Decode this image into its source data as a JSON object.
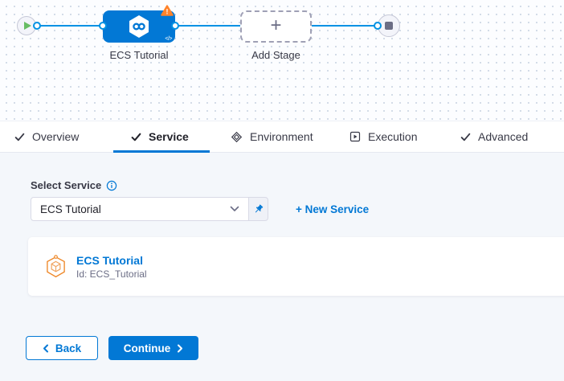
{
  "canvas": {
    "stage_name": "ECS Tutorial",
    "add_stage_label": "Add Stage",
    "code_toggle": "</>",
    "plus": "+"
  },
  "tabs": [
    {
      "label": "Overview",
      "icon": "check"
    },
    {
      "label": "Service",
      "icon": "check",
      "active": true
    },
    {
      "label": "Environment",
      "icon": "environment"
    },
    {
      "label": "Execution",
      "icon": "execution"
    },
    {
      "label": "Advanced",
      "icon": "check"
    }
  ],
  "service_form": {
    "select_service_label": "Select Service",
    "dropdown_value": "ECS Tutorial",
    "new_service_link": "+ New Service",
    "card": {
      "title": "ECS Tutorial",
      "id_line": "Id: ECS_Tutorial"
    }
  },
  "footer": {
    "back_label": "Back",
    "continue_label": "Continue"
  },
  "colors": {
    "accent_blue": "#0278d5",
    "edge_blue": "#0092e4",
    "warning_orange": "#ff832b",
    "success_green": "#68bd64",
    "panel_bg": "#f4f7fb",
    "service_icon_orange": "#ee8625"
  },
  "icons": {
    "play": "triangle-right",
    "stop": "square",
    "warning": "triangle-exclamation",
    "plus": "+",
    "check": "checkmark",
    "info": "i-circle",
    "chevron_down": "v",
    "pin": "pushpin"
  }
}
